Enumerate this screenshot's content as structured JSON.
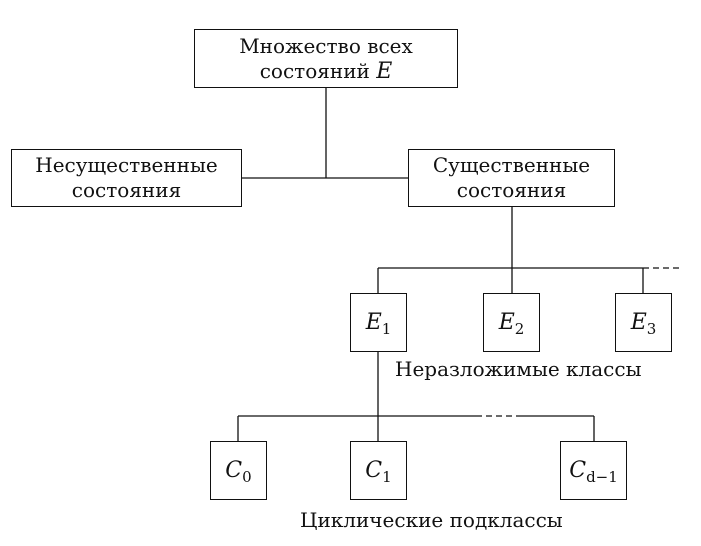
{
  "root": {
    "line1": "Множество всех",
    "line2_prefix": "состояний ",
    "line2_var": "E"
  },
  "inessential": {
    "line1": "Несущественные",
    "line2": "состояния"
  },
  "essential": {
    "line1": "Существенные",
    "line2": "состояния"
  },
  "classes": [
    {
      "base": "E",
      "sub": "1"
    },
    {
      "base": "E",
      "sub": "2"
    },
    {
      "base": "E",
      "sub": "3"
    }
  ],
  "classes_caption": "Неразложимые классы",
  "subclasses": [
    {
      "base": "C",
      "sub": "0"
    },
    {
      "base": "C",
      "sub": "1"
    },
    {
      "base": "C",
      "sub": "d−1"
    }
  ],
  "subclasses_caption": "Циклические подклассы"
}
